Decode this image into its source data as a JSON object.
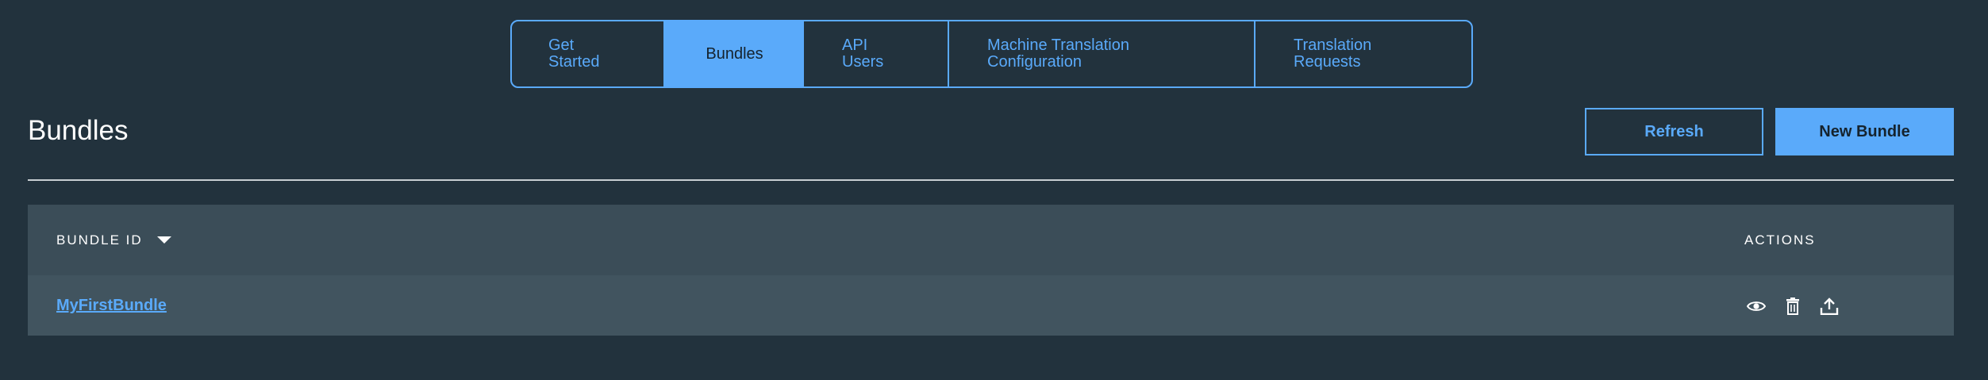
{
  "tabs": [
    {
      "line1": "Get",
      "line2": "Started"
    },
    {
      "line1": "Bundles",
      "line2": ""
    },
    {
      "line1": "API",
      "line2": "Users"
    },
    {
      "line1": "Machine Translation",
      "line2": "Configuration"
    },
    {
      "line1": "Translation",
      "line2": "Requests"
    }
  ],
  "active_tab": "Bundles",
  "page": {
    "title": "Bundles"
  },
  "buttons": {
    "refresh": "Refresh",
    "new_bundle": "New Bundle"
  },
  "table": {
    "columns": {
      "bundle_id": "BUNDLE ID",
      "actions": "ACTIONS"
    },
    "sort": {
      "column": "BUNDLE ID",
      "icon": "caret-down-icon"
    },
    "rows": [
      {
        "bundle_id": "MyFirstBundle",
        "actions": [
          "view-icon",
          "delete-icon",
          "upload-icon"
        ]
      }
    ]
  },
  "colors": {
    "background": "#22323d",
    "accent": "#5aaafa",
    "table_header": "#3b4d58",
    "table_row": "#41545f"
  }
}
